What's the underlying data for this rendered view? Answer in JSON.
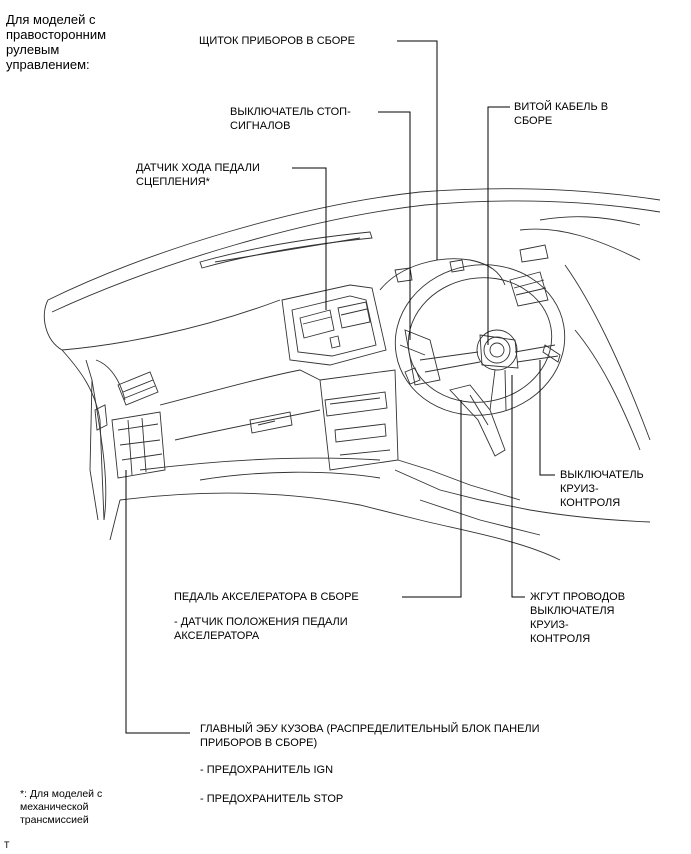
{
  "header_note": "Для моделей с\nправосторонним\nрулевым\nуправлением:",
  "labels": {
    "instrument_cluster": "ЩИТОК ПРИБОРОВ В СБОРЕ",
    "stop_light_switch": "ВЫКЛЮЧАТЕЛЬ СТОП-\nСИГНАЛОВ",
    "spiral_cable": "ВИТОЙ КАБЕЛЬ В\nСБОРЕ",
    "clutch_sensor": "ДАТЧИК ХОДА ПЕДАЛИ\nСЦЕПЛЕНИЯ*",
    "cruise_switch": "ВЫКЛЮЧАТЕЛЬ\nКРУИЗ-\nКОНТРОЛЯ",
    "accel_pedal": "ПЕДАЛЬ АКСЕЛЕРАТОРА В СБОРЕ",
    "accel_sensor": "- ДАТЧИК ПОЛОЖЕНИЯ ПЕДАЛИ\nАКСЕЛЕРАТОРА",
    "cruise_harness": "ЖГУТ ПРОВОДОВ\nВЫКЛЮЧАТЕЛЯ\nКРУИЗ-\nКОНТРОЛЯ",
    "main_body_ecu": "ГЛАВНЫЙ ЭБУ КУЗОВА (РАСПРЕДЕЛИТЕЛЬНЫЙ БЛОК ПАНЕЛИ\nПРИБОРОВ В СБОРЕ)",
    "fuse_ign": "- ПРЕДОХРАНИТЕЛЬ IGN",
    "fuse_stop": "- ПРЕДОХРАНИТЕЛЬ STOP"
  },
  "footnote": "*: Для моделей с\nмеханической\nтрансмиссией",
  "corner_mark": "T"
}
